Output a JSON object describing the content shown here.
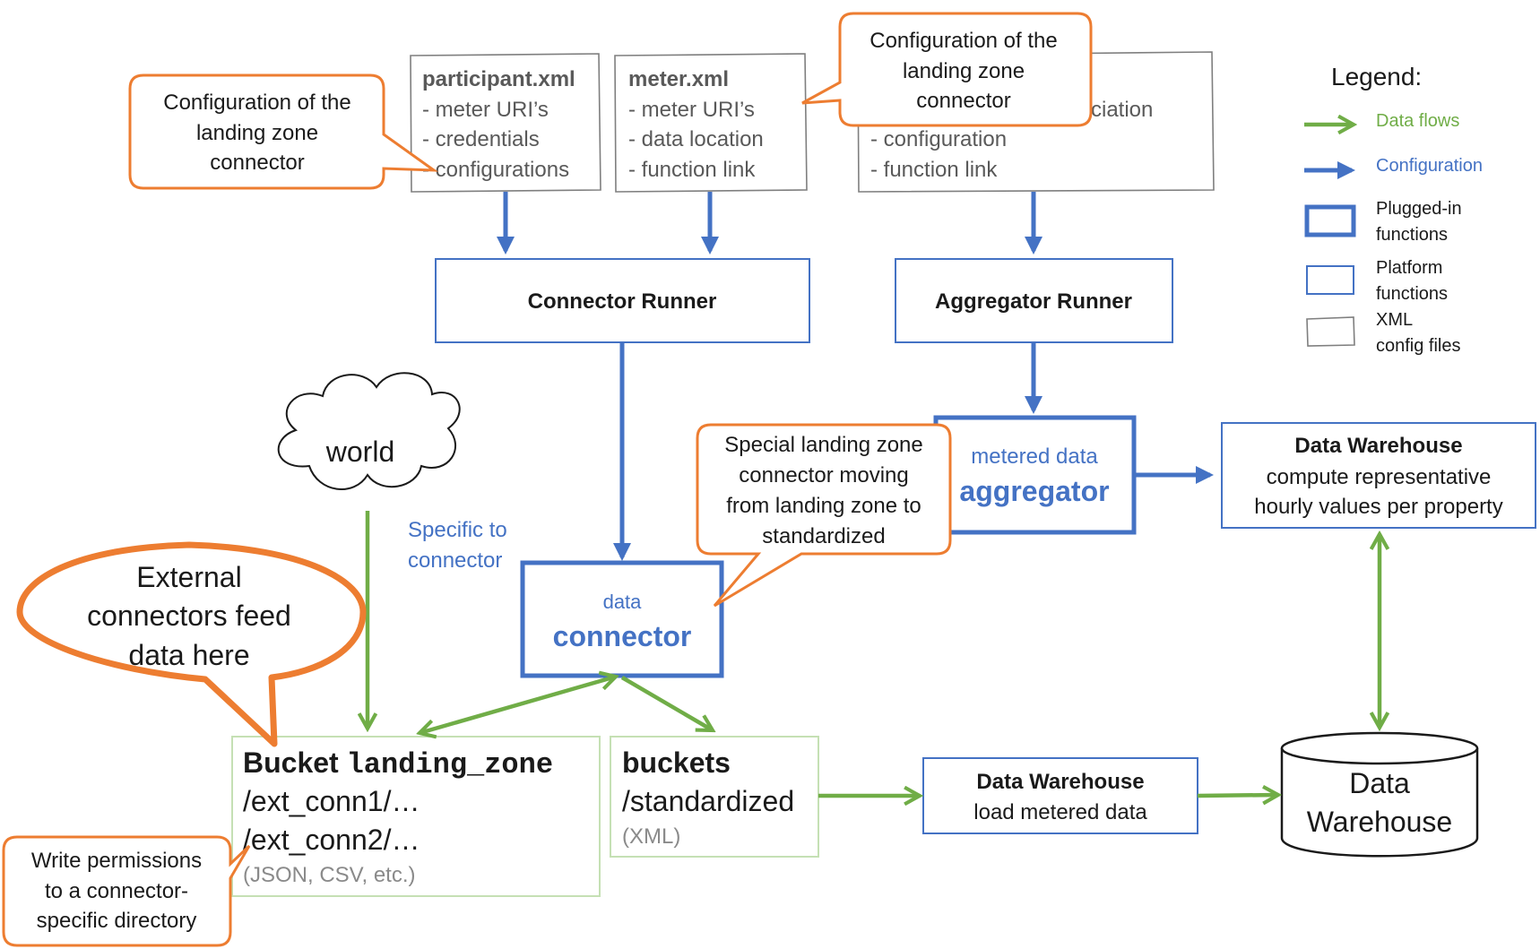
{
  "xml_files": {
    "participant": {
      "title": "participant.xml",
      "lines": [
        "- meter URI’s",
        "- credentials",
        "- configurations"
      ]
    },
    "meter": {
      "title": "meter.xml",
      "lines": [
        "- meter URI’s",
        "- data location",
        "- function link"
      ]
    },
    "association": {
      "visible_fragment": "ciation",
      "lines": [
        "- configuration",
        "- function link"
      ]
    }
  },
  "runners": {
    "connector": "Connector Runner",
    "aggregator": "Aggregator Runner"
  },
  "functions": {
    "data_connector": {
      "line1": "data",
      "line2": "connector"
    },
    "aggregator": {
      "line1": "metered data",
      "line2": "aggregator"
    }
  },
  "world": "world",
  "specific_label": [
    "Specific to",
    "connector"
  ],
  "buckets": {
    "landing_zone": {
      "title_word": "Bucket",
      "title_mono": "landing_zone",
      "lines": [
        "/ext_conn1/…",
        "/ext_conn2/…"
      ],
      "formats": "(JSON, CSV, etc.)"
    },
    "standardized": {
      "title": "buckets",
      "line": "/standardized",
      "formats": "(XML)"
    }
  },
  "warehouse_compute": {
    "title": "Data Warehouse",
    "lines": [
      "compute representative",
      "hourly values per property"
    ]
  },
  "warehouse_load": {
    "title": "Data Warehouse",
    "line": "load metered data"
  },
  "warehouse_db": [
    "Data",
    "Warehouse"
  ],
  "callouts": {
    "left_config": [
      "Configuration of the",
      "landing zone",
      "connector"
    ],
    "top_config": [
      "Configuration of the",
      "landing zone",
      "connector"
    ],
    "special": [
      "Special landing zone",
      "connector moving",
      "from landing zone to",
      "standardized"
    ],
    "external": [
      "External",
      "connectors feed",
      "data here"
    ],
    "permissions": [
      "Write permissions",
      "to a connector-",
      "specific directory"
    ]
  },
  "legend": {
    "title": "Legend:",
    "data_flows": "Data flows",
    "configuration": "Configuration",
    "plugged_in": [
      "Plugged-in",
      "functions"
    ],
    "platform": [
      "Platform",
      "functions"
    ],
    "xml": [
      "XML",
      "config files"
    ]
  },
  "colors": {
    "blue": "#4472c4",
    "green": "#70ad47",
    "orange": "#ed7d31",
    "grey_border": "#7f7f7f",
    "light_green_border": "#c5e0b4"
  }
}
